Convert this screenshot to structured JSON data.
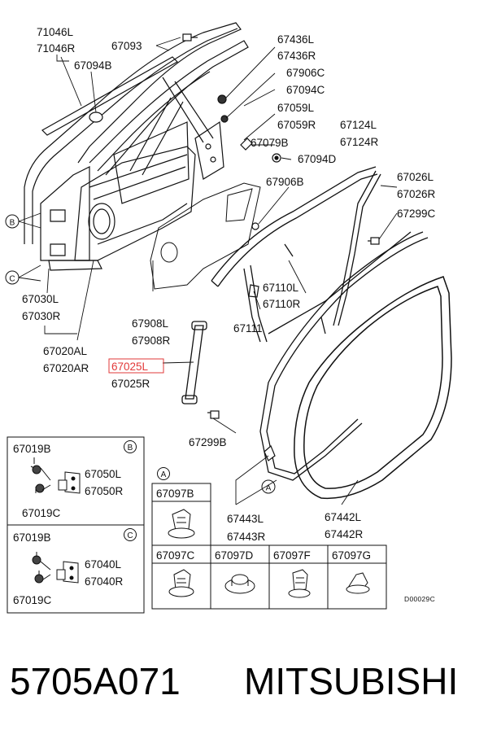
{
  "diagram": {
    "labels": {
      "p71046": [
        "71046L",
        "71046R"
      ],
      "p67093": "67093",
      "p67094B": "67094B",
      "p67436": [
        "67436L",
        "67436R"
      ],
      "p67906C": "67906C",
      "p67094C": "67094C",
      "p67059": [
        "67059L",
        "67059R"
      ],
      "p67124": [
        "67124L",
        "67124R"
      ],
      "p67079B": "67079B",
      "p67094D": "67094D",
      "p67906B": "67906B",
      "p67026": [
        "67026L",
        "67026R"
      ],
      "p67299C": "67299C",
      "callout_b": "B",
      "callout_c": "C",
      "callout_a": "A",
      "p67030": [
        "67030L",
        "67030R"
      ],
      "p67110": [
        "67110L",
        "67110R"
      ],
      "p67908": [
        "67908L",
        "67908R"
      ],
      "p67111": "67111",
      "p67020": [
        "67020AL",
        "67020AR"
      ],
      "p67025": [
        "67025L",
        "67025R"
      ],
      "p67299B": "67299B",
      "p67443": [
        "67443L",
        "67443R"
      ],
      "p67442": [
        "67442L",
        "67442R"
      ],
      "drawing_code": "D00029C"
    },
    "inset_b": {
      "tag": "B",
      "top_label": "67019B",
      "side_labels": [
        "67050L",
        "67050R"
      ],
      "bottom_label": "67019C"
    },
    "inset_c": {
      "tag": "C",
      "top_label": "67019B",
      "side_labels": [
        "67040L",
        "67040R"
      ],
      "bottom_label": "67019C"
    },
    "clip_table": {
      "tag": "A",
      "top_cell": "67097B",
      "cells": [
        "67097C",
        "67097D",
        "67097F",
        "67097G"
      ]
    },
    "highlighted_part": "67025L",
    "highlight_color": "#e23a3a"
  },
  "footer": {
    "part_number": "5705A071",
    "brand": "MITSUBISHI"
  }
}
